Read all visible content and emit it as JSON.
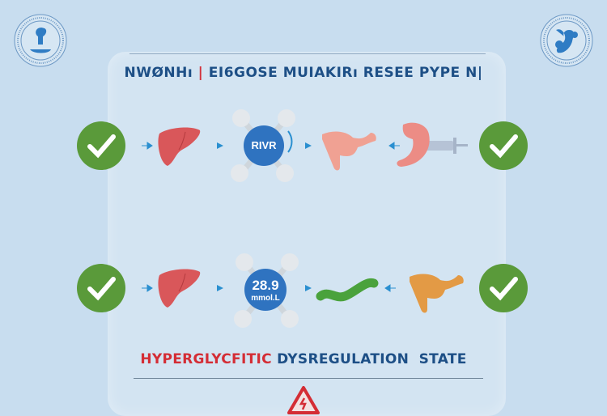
{
  "header": {
    "title_left": "NWØNHı",
    "title_separator": "|",
    "title_right": "EI6GOSE MUIAKIRı RESEE PYPE N|"
  },
  "row1": {
    "molecule_label": "RIVR"
  },
  "row2": {
    "molecule_value": "28.9",
    "molecule_unit": "mmol.L"
  },
  "footer": {
    "state_red": "HYPERGLYCFITIC",
    "state_blue": "DYSREGULATION  STATE"
  },
  "colors": {
    "background": "#c8ddef",
    "check": "#5a9a3a",
    "molecule": "#2f73c0",
    "liver": "#d9575a",
    "pancreas": "#f0a193",
    "alert": "#d42d35"
  },
  "icons": [
    "seal-left-icon",
    "seal-right-icon",
    "check-icon",
    "liver-icon",
    "molecule-icon",
    "pancreas-icon",
    "stomach-icon",
    "syringe-icon",
    "worm-icon",
    "warning-icon"
  ]
}
